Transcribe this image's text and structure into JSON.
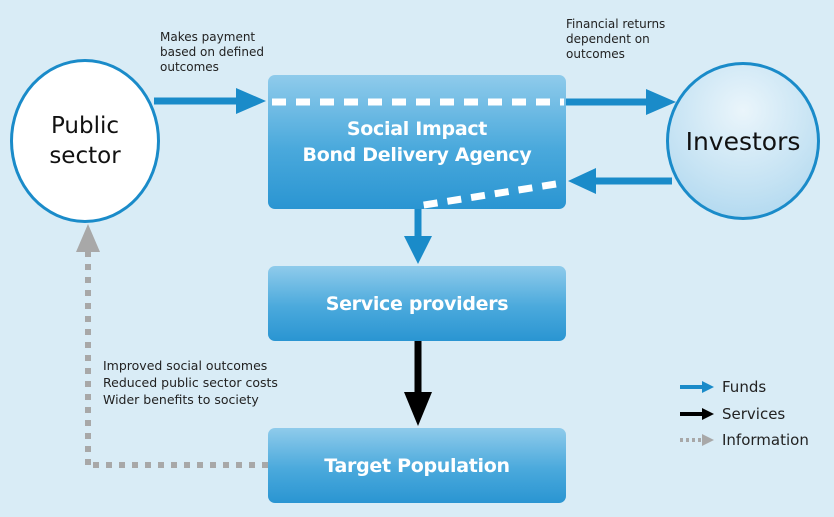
{
  "nodes": {
    "public_sector": "Public\nsector",
    "investors": "Investors",
    "sib_agency": "Social Impact\nBond Delivery Agency",
    "service_providers": "Service providers",
    "target_population": "Target Population"
  },
  "annotations": {
    "payment": "Makes payment\nbased on defined\noutcomes",
    "returns": "Financial returns\ndependent on\noutcomes",
    "outcomes": "Improved social outcomes\nReduced public sector costs\nWider benefits to society"
  },
  "legend": {
    "funds": "Funds",
    "services": "Services",
    "information": "Information"
  },
  "colors": {
    "background": "#d9ecf6",
    "funds": "#1a8bc9",
    "services": "#000000",
    "information": "#a8a8a8",
    "box_text": "#ffffff"
  },
  "edges": [
    {
      "from": "public_sector",
      "to": "sib_agency",
      "type": "funds"
    },
    {
      "from": "sib_agency",
      "to": "investors",
      "type": "funds"
    },
    {
      "from": "investors",
      "to": "sib_agency",
      "type": "funds"
    },
    {
      "from": "sib_agency",
      "to": "service_providers",
      "type": "funds"
    },
    {
      "from": "service_providers",
      "to": "target_population",
      "type": "services"
    },
    {
      "from": "target_population",
      "to": "public_sector",
      "type": "information"
    }
  ]
}
